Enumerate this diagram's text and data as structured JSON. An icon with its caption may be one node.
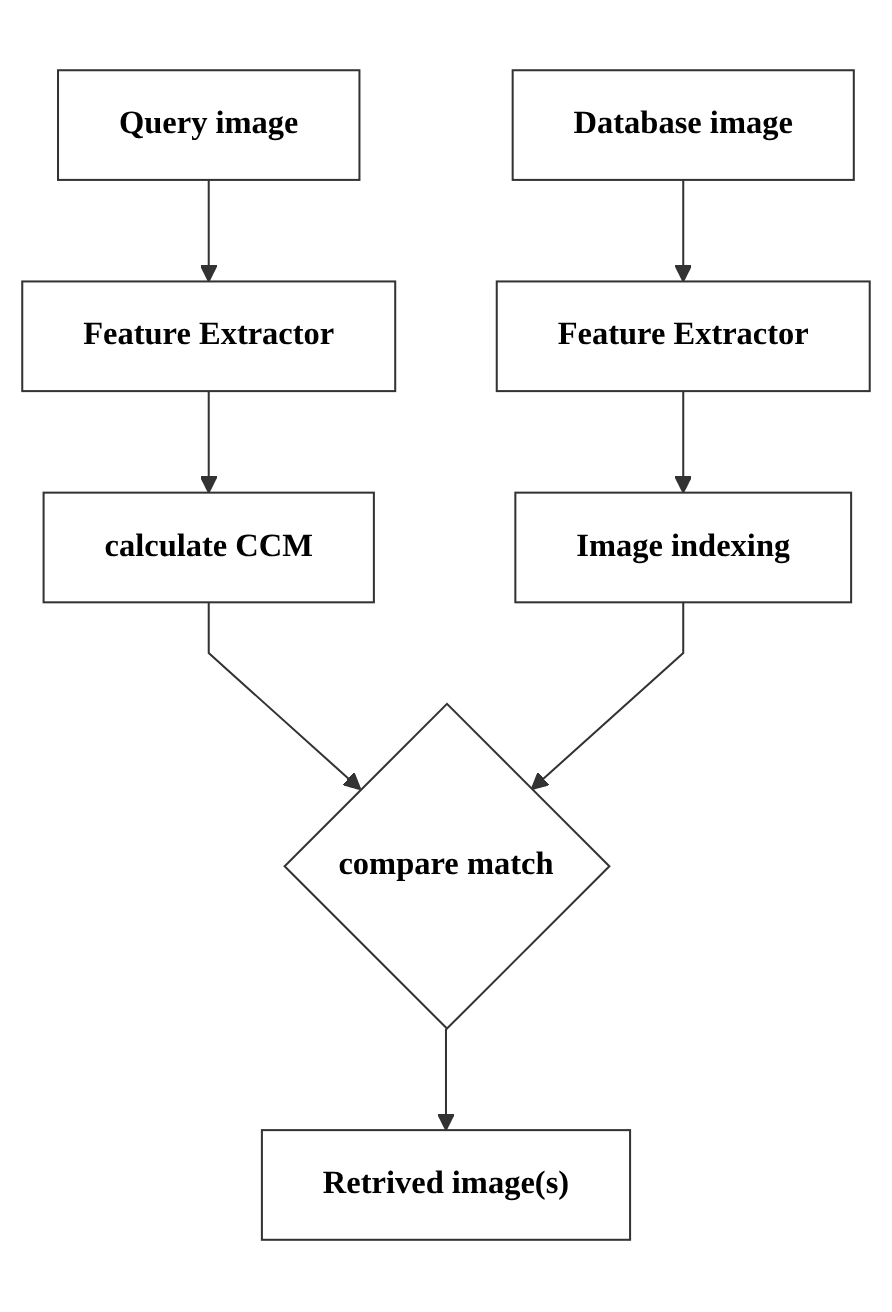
{
  "diagram": {
    "nodes": [
      {
        "text": [
          "Query image"
        ]
      },
      {
        "text": [
          "Database image"
        ]
      },
      {
        "text": [
          "Feature Extractor"
        ]
      },
      {
        "text": [
          "Feature Extractor"
        ]
      },
      {
        "text": [
          "calculate CCM"
        ]
      },
      {
        "text": [
          "Image indexing"
        ]
      },
      {
        "text": [
          "compare match"
        ]
      },
      {
        "text": [
          "Retrived image(s)"
        ]
      }
    ],
    "edges": [
      {
        "from": 0,
        "to": 2,
        "arrow": "to"
      },
      {
        "from": 1,
        "to": 3,
        "arrow": "to"
      },
      {
        "from": 2,
        "to": 4,
        "arrow": "to"
      },
      {
        "from": 3,
        "to": 5,
        "arrow": "to"
      },
      {
        "from": 4,
        "to": 6,
        "arrow": "to"
      },
      {
        "from": 5,
        "to": 6,
        "arrow": "to"
      },
      {
        "from": 6,
        "to": 7,
        "arrow": "to"
      }
    ]
  }
}
